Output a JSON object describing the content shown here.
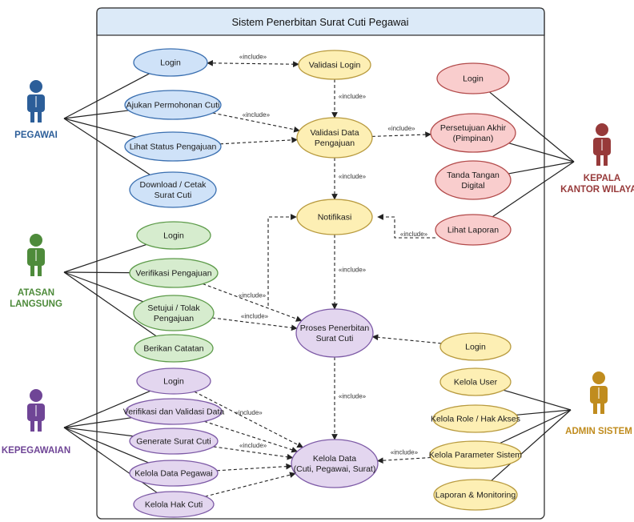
{
  "title": "Sistem Penerbitan Surat Cuti Pegawai",
  "include_label": "«include»",
  "colors": {
    "blue_fill": "#cfe2f8",
    "blue_stroke": "#3a6fb0",
    "yellow_fill": "#fdefb4",
    "yellow_stroke": "#b89a3e",
    "red_fill": "#f9cdcd",
    "red_stroke": "#b24a4a",
    "green_fill": "#d6ecce",
    "green_stroke": "#5d9b4a",
    "purple_fill": "#e3d6ef",
    "purple_stroke": "#7d5aa6",
    "pegawai": "#2c5e99",
    "kepala": "#973a3a",
    "atasan": "#4e8b3b",
    "kepegawaian": "#6f4596",
    "admin": "#c08c1e"
  },
  "actors": {
    "pegawai": {
      "lines": [
        "PEGAWAI"
      ]
    },
    "kepala": {
      "lines": [
        "KEPALA",
        "KANTOR WILAYAH"
      ]
    },
    "atasan": {
      "lines": [
        "ATASAN",
        "LANGSUNG"
      ]
    },
    "kepegawaian": {
      "lines": [
        "KEPEGAWAIAN"
      ]
    },
    "admin": {
      "lines": [
        "ADMIN SISTEM"
      ]
    }
  },
  "use_cases": {
    "pg_login": {
      "lines": [
        "Login"
      ]
    },
    "pg_ajukan": {
      "lines": [
        "Ajukan Permohonan Cuti"
      ]
    },
    "pg_status": {
      "lines": [
        "Lihat Status Pengajuan"
      ]
    },
    "pg_download": {
      "lines": [
        "Download / Cetak",
        "Surat Cuti"
      ]
    },
    "validasi_login": {
      "lines": [
        "Validasi Login"
      ]
    },
    "validasi_data": {
      "lines": [
        "Validasi Data",
        "Pengajuan"
      ]
    },
    "notifikasi": {
      "lines": [
        "Notifikasi"
      ]
    },
    "proses": {
      "lines": [
        "Proses Penerbitan",
        "Surat Cuti"
      ]
    },
    "kelola_data": {
      "lines": [
        "Kelola Data",
        "(Cuti, Pegawai, Surat)"
      ]
    },
    "kp_login": {
      "lines": [
        "Login"
      ]
    },
    "kp_setuju": {
      "lines": [
        "Persetujuan Akhir",
        "(Pimpinan)"
      ]
    },
    "kp_ttd": {
      "lines": [
        "Tanda Tangan",
        "Digital"
      ]
    },
    "kp_laporan": {
      "lines": [
        "Lihat Laporan"
      ]
    },
    "at_login": {
      "lines": [
        "Login"
      ]
    },
    "at_verif": {
      "lines": [
        "Verifikasi Pengajuan"
      ]
    },
    "at_setuju": {
      "lines": [
        "Setujui / Tolak",
        "Pengajuan"
      ]
    },
    "at_catatan": {
      "lines": [
        "Berikan Catatan"
      ]
    },
    "kg_login": {
      "lines": [
        "Login"
      ]
    },
    "kg_verif": {
      "lines": [
        "Verifikasi dan Validasi Data"
      ]
    },
    "kg_generate": {
      "lines": [
        "Generate Surat Cuti"
      ]
    },
    "kg_pegawai": {
      "lines": [
        "Kelola Data Pegawai"
      ]
    },
    "kg_hak": {
      "lines": [
        "Kelola Hak Cuti"
      ]
    },
    "ad_login": {
      "lines": [
        "Login"
      ]
    },
    "ad_user": {
      "lines": [
        "Kelola User"
      ]
    },
    "ad_role": {
      "lines": [
        "Kelola Role / Hak Akses"
      ]
    },
    "ad_param": {
      "lines": [
        "Kelola Parameter Sistem"
      ]
    },
    "ad_lapmon": {
      "lines": [
        "Laporan & Monitoring"
      ]
    }
  }
}
